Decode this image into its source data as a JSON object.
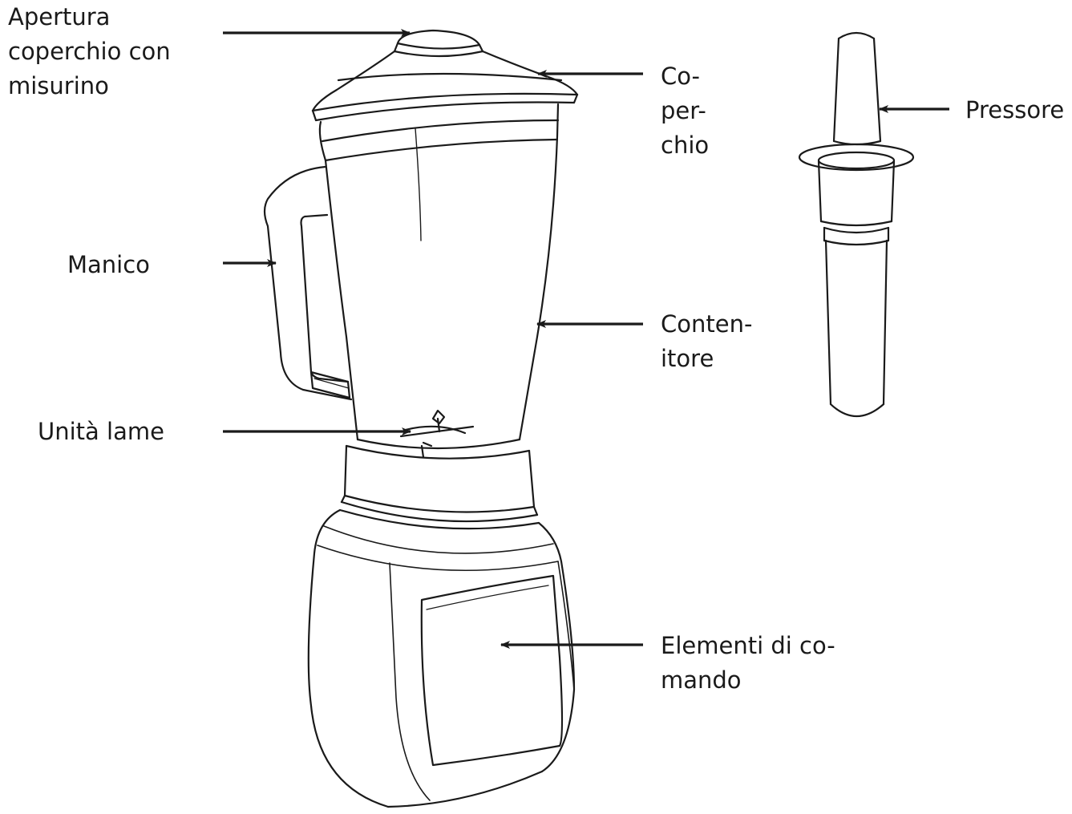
{
  "labels": {
    "apertura": [
      "Apertura",
      "coperchio con",
      "misurino"
    ],
    "coperchio": [
      "Co-",
      "per-",
      "chio"
    ],
    "pressore": [
      "Pressore"
    ],
    "manico": [
      "Manico"
    ],
    "contenitore": [
      "Conten-",
      "itore"
    ],
    "unita_lame": [
      "Unità lame"
    ],
    "elementi": [
      "Elementi di co-",
      "mando"
    ]
  },
  "colors": {
    "line": "#1a1a1a",
    "background": "#ffffff"
  }
}
